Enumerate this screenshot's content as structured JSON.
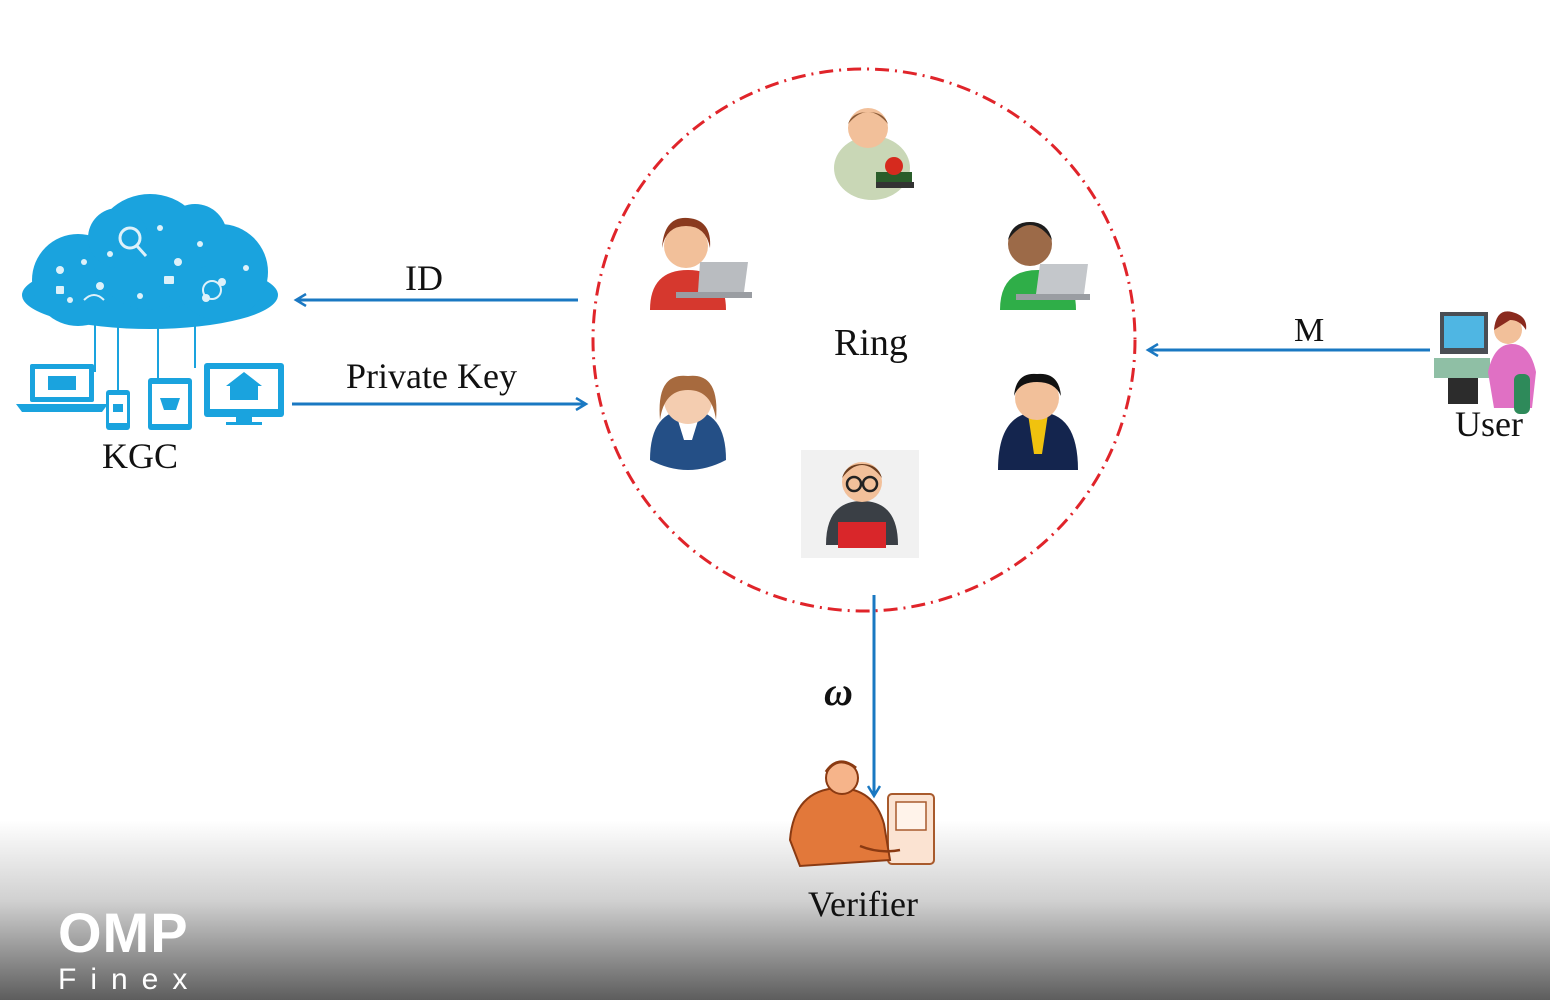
{
  "diagram": {
    "nodes": {
      "kgc": "KGC",
      "ring": "Ring",
      "user": "User",
      "verifier": "Verifier"
    },
    "edges": {
      "id": "ID",
      "private_key": "Private Key",
      "message": "M",
      "signature": "ω"
    }
  },
  "watermark": {
    "brand": "OMP",
    "sub": "Finex"
  },
  "colors": {
    "arrow": "#1a78c2",
    "ring_border": "#e0242a",
    "cloud": "#1aa3de",
    "background": "#ffffff"
  }
}
